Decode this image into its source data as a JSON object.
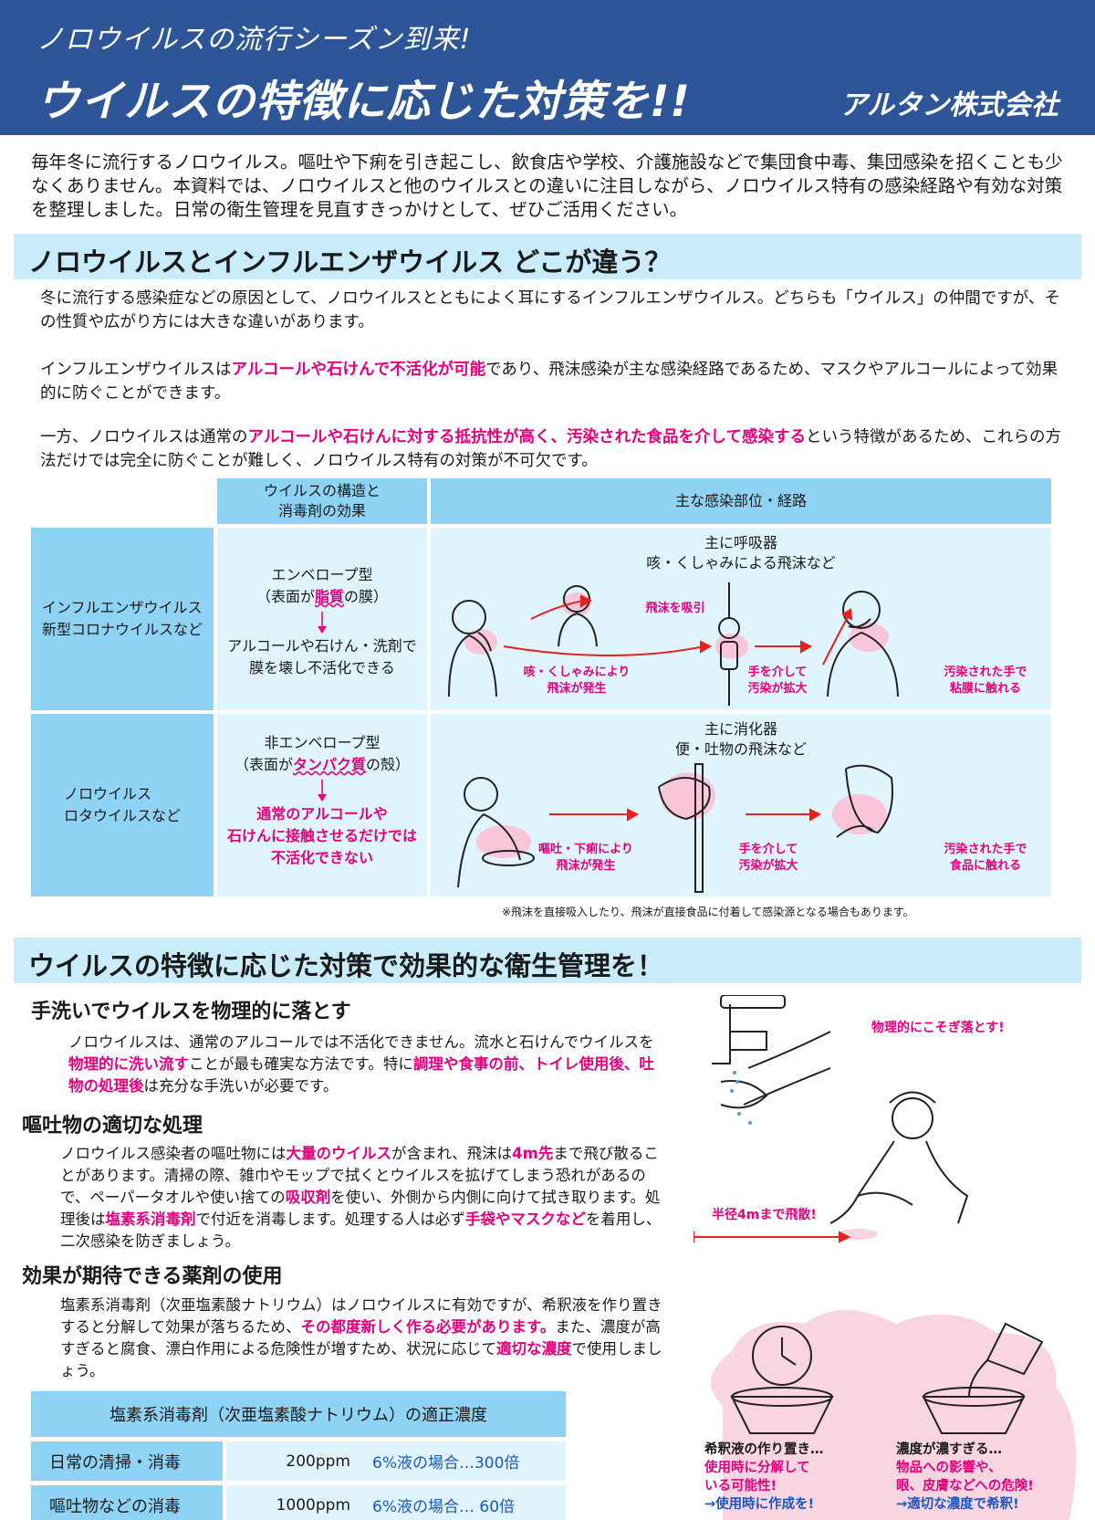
{
  "header": {
    "sub_title": "ノロウイルスの流行シーズン到来!",
    "main_title": "ウイルスの特徴に応じた対策を!!",
    "company": "アルタン株式会社"
  },
  "intro": "毎年冬に流行するノロウイルス。嘔吐や下痢を引き起こし、飲食店や学校、介護施設などで集団食中毒、集団感染を招くことも少なくありません。本資料では、ノロウイルスと他のウイルスとの違いに注目しながら、ノロウイルス特有の感染経路や有効な対策を整理しました。日常の衛生管理を見直すきっかけとして、ぜひご活用ください。",
  "section1": {
    "title": "ノロウイルスとインフルエンザウイルス どこが違う？",
    "p1": "冬に流行する感染症などの原因として、ノロウイルスとともによく耳にするインフルエンザウイルス。どちらも「ウイルス」の仲間ですが、その性質や広がり方には大きな違いがあります。",
    "p2_a": "インフルエンザウイルスは",
    "p2_b": "アルコールや石けんで不活化が可能",
    "p2_c": "であり、飛沫感染が主な感染経路であるため、マスクやアルコールによって効果的に防ぐことができます。",
    "p3_a": "一方、ノロウイルスは通常の",
    "p3_b": "アルコールや石けんに対する抵抗性が高く、汚染された食品を介して感染する",
    "p3_c": "という特徴があるため、これらの方法だけでは完全に防ぐことが難しく、ノロウイルス特有の対策が不可欠です。"
  },
  "table": {
    "header_structure": "ウイルスの構造と\n消毒剤の効果",
    "header_route": "主な感染部位・経路",
    "row1": {
      "label": "インフルエンザウイルス\n新型コロナウイルスなど",
      "type_line": "エンベロープ型",
      "surface_a": "（表面が",
      "surface_b": "脂質",
      "surface_c": "の膜）",
      "effect": "アルコールや石けん・洗剤で\n膜を壊し不活化できる",
      "route_title": "主に呼吸器\n咳・くしゃみによる飛沫など",
      "note_inhale": "飛沫を吸引",
      "note_cough": "咳・くしゃみにより\n飛沫が発生",
      "note_hand": "手を介して\n汚染が拡大",
      "note_mucosa": "汚染された手で\n粘膜に触れる"
    },
    "row2": {
      "label": "ノロウイルス\nロタウイルスなど",
      "type_line": "非エンベロープ型",
      "surface_a": "（表面が",
      "surface_b": "タンパク質",
      "surface_c": "の殻）",
      "effect": "通常のアルコールや\n石けんに接触させるだけでは\n不活化できない",
      "route_title": "主に消化器\n便・吐物の飛沫など",
      "note_vomit": "嘔吐・下痢により\n飛沫が発生",
      "note_hand": "手を介して\n汚染が拡大",
      "note_food": "汚染された手で\n食品に触れる"
    },
    "footnote": "※飛沫を直接吸入したり、飛沫が直接食品に付着して感染源となる場合もあります。"
  },
  "section2": {
    "title": "ウイルスの特徴に応じた対策で効果的な衛生管理を！",
    "hand": {
      "heading": "手洗いでウイルスを物理的に落とす",
      "a": "ノロウイルスは、通常のアルコールでは不活化できません。流水と石けんでウイルスを",
      "b": "物理的に洗い流す",
      "c": "ことが最も確実な方法です。特に",
      "d": "調理や食事の前、トイレ使用後、吐物の処理後",
      "e": "は充分な手洗いが必要です。"
    },
    "vomit": {
      "heading": "嘔吐物の適切な処理",
      "a": "ノロウイルス感染者の嘔吐物には",
      "b": "大量のウイルス",
      "c": "が含まれ、飛沫は",
      "d": "4m先",
      "e": "まで飛び散ることがあります。清掃の際、雑巾やモップで拭くとウイルスを拡げてしまう恐れがあるので、ペーパータオルや使い捨ての",
      "f": "吸収剤",
      "g": "を使い、外側から内側に向けて拭き取ります。処理後は",
      "h": "塩素系消毒剤",
      "i": "で付近を消毒します。処理する人は必ず",
      "j": "手袋やマスクなど",
      "k": "を着用し、二次感染を防ぎましょう。"
    },
    "drug": {
      "heading": "効果が期待できる薬剤の使用",
      "a": "塩素系消毒剤（次亜塩素酸ナトリウム）はノロウイルスに有効ですが、希釈液を作り置きすると分解して効果が落ちるため、",
      "b": "その都度新しく作る必要があります。",
      "c": "また、濃度が高すぎると腐食、漂白作用による危険性が増すため、状況に応じて",
      "d": "適切な濃度",
      "e": "で使用しましょう。"
    },
    "conc_table": {
      "title": "塩素系消毒剤（次亜塩素酸ナトリウム）の適正濃度",
      "rows": [
        {
          "label": "日常の清掃・消毒",
          "ppm": "200ppm",
          "ratio": "6%液の場合…300倍"
        },
        {
          "label": "嘔吐物などの消毒",
          "ppm": "1000ppm",
          "ratio": "6%液の場合…  60倍"
        }
      ]
    },
    "illus": {
      "wash_note": "物理的にこそぎ落とす!",
      "spread_note": "半径4mまで飛散!",
      "left_lead": "希釈液の作り置き…",
      "left_red": "使用時に分解して\nいる可能性!",
      "left_blue": "→使用時に作成を!",
      "right_lead": "濃度が濃すぎる…",
      "right_red": "物品への影響や、\n眼、皮膚などへの危険!",
      "right_blue": "→適切な濃度で希釈!"
    }
  },
  "colors": {
    "header_bg": "#2e5597",
    "section_bg": "#c8ecfa",
    "table_head": "#8fd3f4",
    "table_cell": "#dff4fc",
    "accent_pink": "#e6007e",
    "accent_blue": "#1a56c4",
    "arrow_red": "#e8201e"
  }
}
